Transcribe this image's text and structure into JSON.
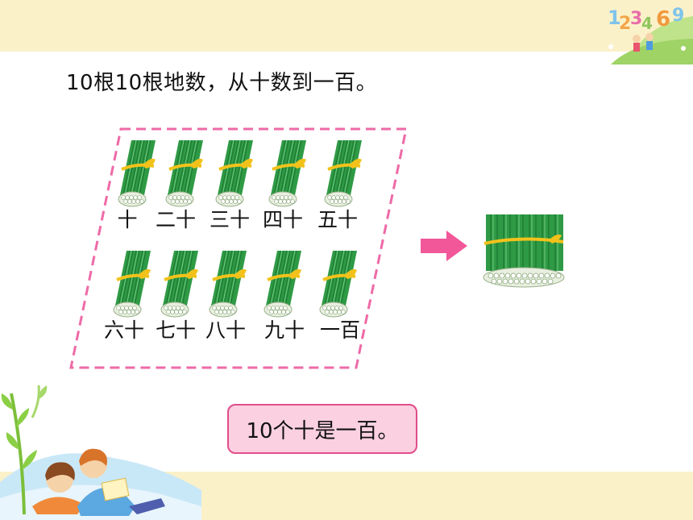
{
  "heading": "10根10根地数，从十数到一百。",
  "row1_labels": [
    "十",
    "二十",
    "三十",
    "四十",
    "五十"
  ],
  "row2_labels": [
    "六十",
    "七十",
    "八十",
    "九十",
    "一百"
  ],
  "conclusion": "10个十是一百。",
  "corner_digits": [
    "1",
    "2",
    "3",
    "4",
    "6",
    "9"
  ],
  "colors": {
    "band": "#fbf1c9",
    "stick": "#2f9a45",
    "ribbon": "#f2c21b",
    "frame": "#ee6aa7",
    "arrow": "#f2579a",
    "answer_bg": "#fbd0e0",
    "answer_border": "#e24d8b"
  }
}
